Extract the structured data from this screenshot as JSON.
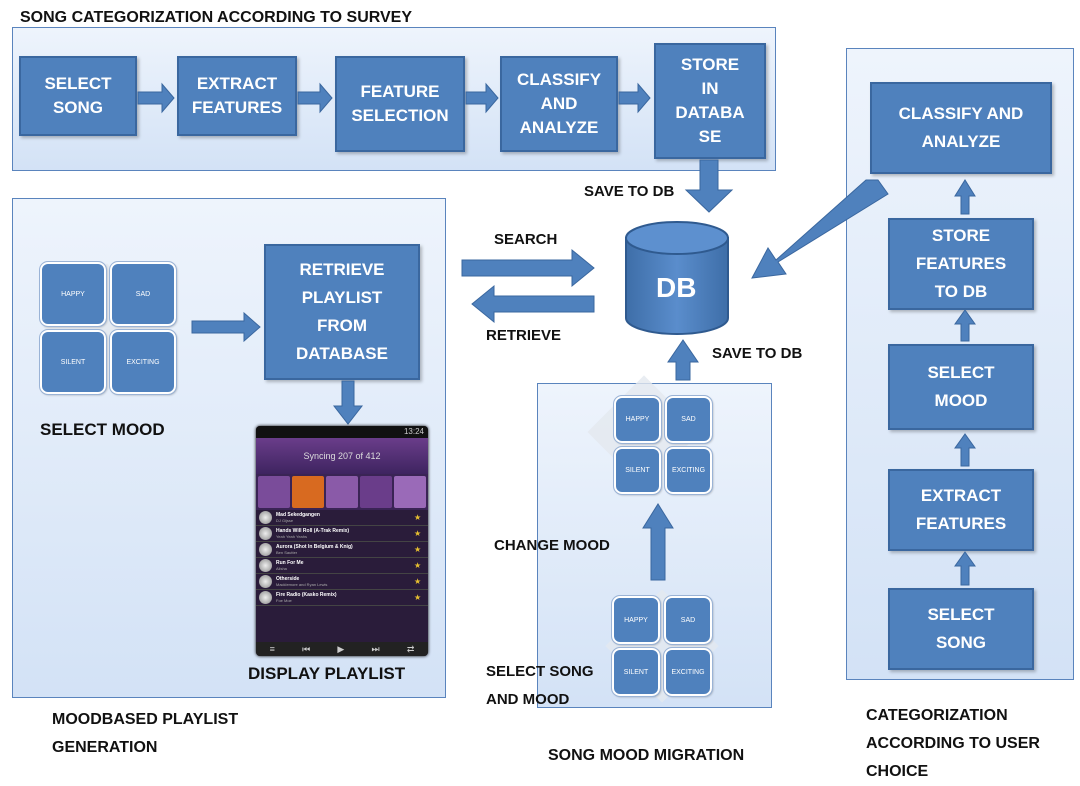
{
  "titles": {
    "top": "SONG CATEGORIZATION ACCORDING TO SURVEY",
    "left": "MOODBASED PLAYLIST\nGENERATION",
    "middle": "SONG MOOD MIGRATION",
    "right": "CATEGORIZATION\nACCORDING TO USER\nCHOICE"
  },
  "pipeline": [
    "SELECT\nSONG",
    "EXTRACT\nFEATURES",
    "FEATURE\nSELECTION",
    "CLASSIFY\nAND\nANALYZE",
    "STORE\nIN\nDATABA\nSE"
  ],
  "retrieve_box": "RETRIEVE\nPLAYLIST\nFROM\nDATABASE",
  "db": "DB",
  "labels": {
    "save_to_db_top": "SAVE TO DB",
    "search": "SEARCH",
    "retrieve": "RETRIEVE",
    "save_to_db_bottom": "SAVE TO DB",
    "select_mood": "SELECT MOOD",
    "display_playlist": "DISPLAY PLAYLIST",
    "change_mood": "CHANGE MOOD",
    "select_song_mood": "SELECT SONG\nAND MOOD"
  },
  "moods": [
    "HAPPY",
    "SAD",
    "SILENT",
    "EXCITING"
  ],
  "right_flow": [
    "CLASSIFY AND\nANALYZE",
    "STORE\nFEATURES\nTO DB",
    "SELECT\nMOOD",
    "EXTRACT\nFEATURES",
    "SELECT\nSONG"
  ],
  "phone": {
    "status_time": "13:24",
    "header": "Syncing 207 of 412",
    "tracks": [
      {
        "title": "Mad Sekedgangen",
        "artist": "DJ Gijsse"
      },
      {
        "title": "Hands Will Roll (A-Trak Remix)",
        "artist": "Yeah Yeah Yeahs"
      },
      {
        "title": "Aurora (Shot In Belgium & Knig)",
        "artist": "Ben Sautter"
      },
      {
        "title": "Run For Me",
        "artist": "Alisha"
      },
      {
        "title": "Otherside",
        "artist": "Macklemore and Ryan Lewis"
      },
      {
        "title": "Fire Radio (Kasko Remix)",
        "artist": "Foe Moe"
      }
    ],
    "controls": [
      "≡",
      "⏮",
      "▶",
      "⏭",
      "⇄"
    ]
  },
  "colors": {
    "box": "#4f81bd",
    "box_border": "#3a679f",
    "panel_border": "#5a84bd"
  }
}
